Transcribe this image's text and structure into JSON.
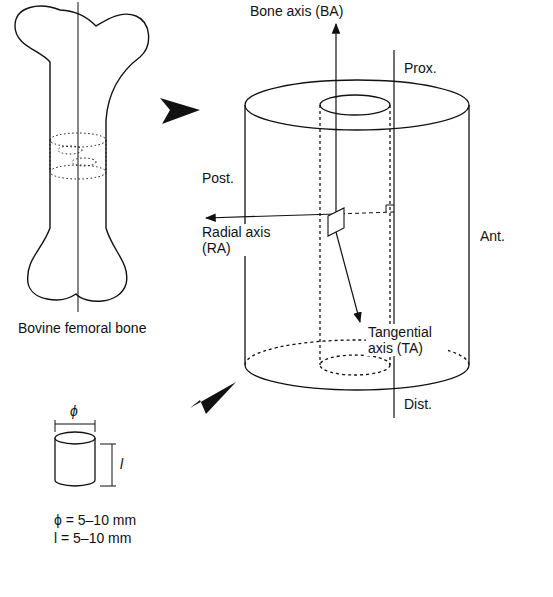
{
  "diagram": {
    "labels": [
      "Bone axis (BA)",
      "Prox.",
      "Post.",
      "Ant.",
      "Radial axis (RA)",
      "Dist.",
      "Tangential axis (TA)",
      "Bovine femoral bone",
      "ϕ",
      "l",
      "ϕ = 5–10 mm",
      "l = 5–10 mm"
    ]
  }
}
